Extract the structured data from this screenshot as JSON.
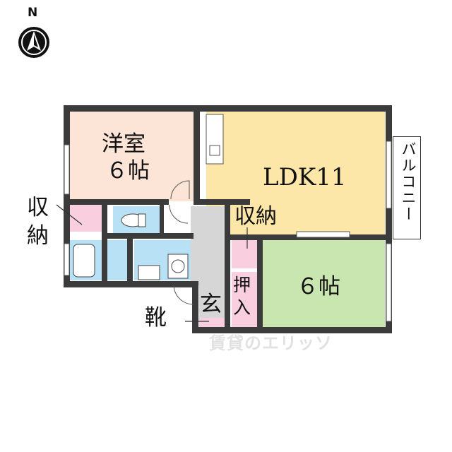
{
  "compass": {
    "letter": "N",
    "icon": "north-arrow-icon"
  },
  "rooms": {
    "western_room": {
      "name": "洋室",
      "size": "６帖"
    },
    "ldk": {
      "name": "LDK11"
    },
    "tatami_room": {
      "name": "６帖"
    },
    "storage_left": {
      "line1": "収",
      "line2": "納"
    },
    "storage_center": {
      "name": "収納"
    },
    "closet": {
      "line1": "押",
      "line2": "入"
    },
    "entrance": {
      "name": "玄"
    },
    "shoe_box": {
      "name": "靴"
    },
    "balcony": {
      "name": "バルコニー"
    }
  },
  "watermark": {
    "text": "賃貸のエリッソ"
  },
  "colors": {
    "wall": "#3b3b3b",
    "western_room": "#fce4d6",
    "ldk": "#fde7a8",
    "tatami": "#c9e6b0",
    "bath": "#b9e1f5",
    "storage": "#f9cfe0",
    "hall": "#d6d6d6"
  }
}
